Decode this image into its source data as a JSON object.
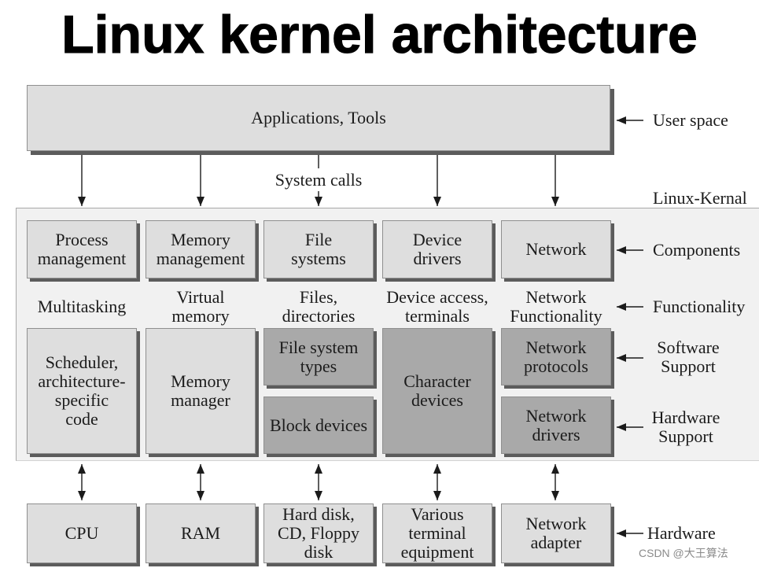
{
  "title": "Linux kernel architecture",
  "user_space": {
    "box_label": "Applications, Tools",
    "label": "User space"
  },
  "system_calls_label": "System calls",
  "kernel_label": "Linux-Kernal",
  "components": {
    "label": "Components",
    "items": [
      "Process\nmanagement",
      "Memory\nmanagement",
      "File\nsystems",
      "Device\ndrivers",
      "Network"
    ]
  },
  "functionality": {
    "label": "Functionality",
    "items": [
      "Multitasking",
      "Virtual\nmemory",
      "Files,\ndirectories",
      "Device access,\nterminals",
      "Network\nFunctionality"
    ]
  },
  "implementation": {
    "software_support_label": "Software\nSupport",
    "hardware_support_label": "Hardware\nSupport",
    "scheduler": "Scheduler,\narchitecture-\nspecific\ncode",
    "memory_manager": "Memory\nmanager",
    "file_system_types": "File system\ntypes",
    "block_devices": "Block devices",
    "character_devices": "Character\ndevices",
    "network_protocols": "Network\nprotocols",
    "network_drivers": "Network\ndrivers"
  },
  "hardware": {
    "label": "Hardware",
    "items": [
      "CPU",
      "RAM",
      "Hard disk,\nCD, Floppy\ndisk",
      "Various\nterminal\nequipment",
      "Network\nadapter"
    ]
  },
  "watermark": "CSDN @大王算法",
  "colors": {
    "light_box": "#dedede",
    "dark_box": "#a9a9a9",
    "kernel_panel": "#f1f1f1",
    "shadow": "#5c5c5c",
    "ink": "#1b1b1b"
  }
}
